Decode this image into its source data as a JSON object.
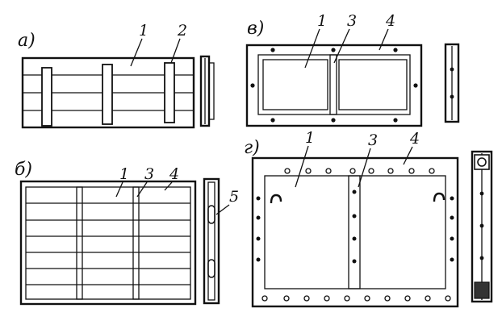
{
  "figure_labels": {
    "a": "а)",
    "b": "б)",
    "v": "в)",
    "g": "г)"
  },
  "part_numbers": {
    "a_1": "1",
    "a_2": "2",
    "b_1": "1",
    "b_3": "3",
    "b_4": "4",
    "b_5": "5",
    "v_1": "1",
    "v_3": "3",
    "v_4": "4",
    "g_1": "1",
    "g_3": "3",
    "g_4": "4"
  }
}
